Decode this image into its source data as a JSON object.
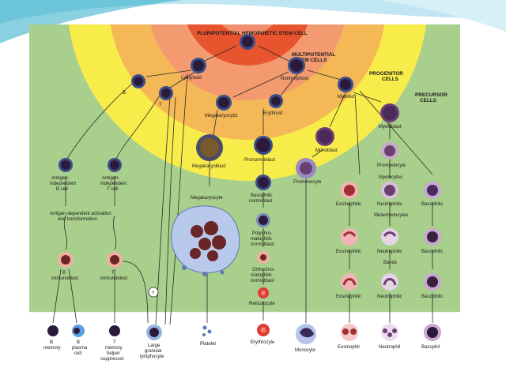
{
  "zones": {
    "stem": "PLURIPOTENTIAL HEMOPOIETIC STEM CELL",
    "multipotential": [
      "MULTIPOTENTIAL",
      "STEM CELLS"
    ],
    "progenitor": [
      "PROGENITOR",
      "CELLS"
    ],
    "precursor": [
      "PRECURSOR",
      "CELLS"
    ]
  },
  "labels": {
    "lymphoid": "Lymphoid",
    "nonlymphoid": "Nonlymphoid",
    "myeloid": "Myeloid",
    "b": "B",
    "t": "T",
    "megakaryocytic": "Megakaryocytic",
    "erythroid": "Erythroid",
    "myeloblast": "Myeloblast",
    "monoblast": "Monoblast",
    "megakaryoblast": "Megakaryoblast",
    "pronormoblast": "Pronormoblast",
    "promonocyte": "Promonocyte",
    "promyelocyte": "Promyelocyte",
    "myelocytes": "Myelocytes",
    "ag_b": [
      "Antigen-",
      "independent",
      "B cell"
    ],
    "ag_t": [
      "Antigen-",
      "independent",
      "T cell"
    ],
    "activation": [
      "Antigen-dependent activation",
      "and transformation"
    ],
    "megakaryocyte": "Megakaryocyte",
    "basophilic_normoblast": [
      "Basophilic",
      "normoblast"
    ],
    "polychromatophilic": [
      "Polychro-",
      "matophilic",
      "normoblast"
    ],
    "orthochromatophilic": [
      "Orthochro-",
      "matophilic",
      "normoblast"
    ],
    "reticulocyte": "Reticulocyte",
    "eosinophilic_myelocyte": "Eosinophilic",
    "neutrophilic_myelocyte": "Neutrophilic",
    "basophilic_myelocyte": "Basophilic",
    "metamyelocytes": "Metamyelocytes",
    "eosinophilic_meta": "Eosinophilic",
    "neutrophilic_meta": "Neutrophilic",
    "basophilic_meta": "Basophilic",
    "bands": "Bands",
    "eosinophilic_band": "Eosinophilic",
    "neutrophilic_band": "Neutrophilic",
    "basophilic_band": "Basophilic",
    "b_immunoblast": [
      "B",
      "immunoblast"
    ],
    "t_immunoblast": [
      "T",
      "immunoblast"
    ],
    "question": "?"
  },
  "mature": {
    "b_memory": [
      "B",
      "memory"
    ],
    "b_plasma": [
      "B",
      "plasma",
      "cell"
    ],
    "t_helper": [
      "T",
      "memory",
      "helper",
      "suppressor"
    ],
    "lgl": [
      "Large",
      "granular",
      "lymphocyte"
    ],
    "platelet": "Platelet",
    "erythrocyte": "Erythrocyte",
    "monocyte": "Monocyte",
    "eosinophil": "Eosinophil",
    "neutrophil": "Neutrophil",
    "basophil": "Basophil"
  },
  "colors": {
    "zone_outer": "#f0a23a",
    "zone_mid": "#f7e34a",
    "zone_inner": "#e8542e",
    "field": "#a9cf8c",
    "mature_band": "#ffffff",
    "cell_dark": "#2c1a3a",
    "cell_blue": "#3a4f8a",
    "cell_purple": "#6b3f74",
    "nucleus_red": "#7a2030",
    "rbc": "#e13a34",
    "accent_teal": "#2aa9c7"
  },
  "icons": [
    "cell-icon",
    "platelet-icon"
  ]
}
